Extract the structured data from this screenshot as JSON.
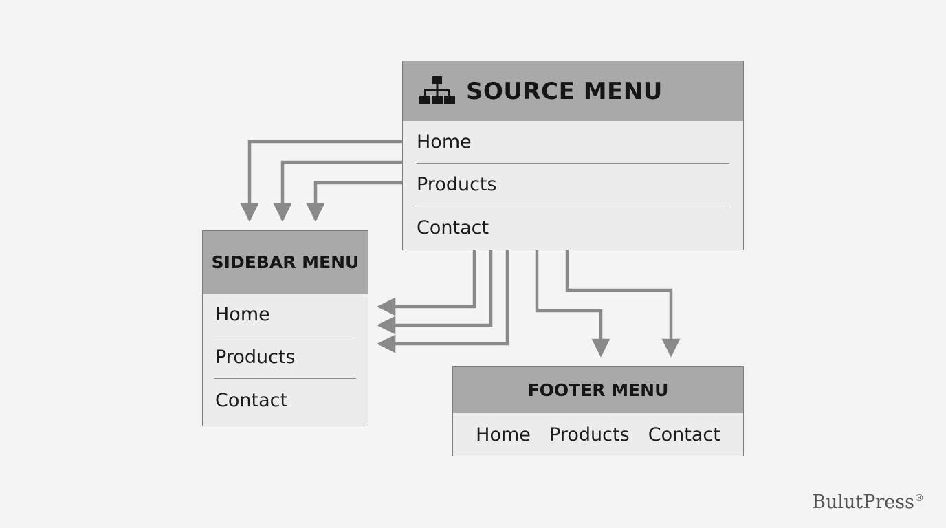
{
  "source_menu": {
    "title": "SOURCE MENU",
    "icon": "sitemap-icon",
    "items": [
      "Home",
      "Products",
      "Contact"
    ]
  },
  "sidebar_menu": {
    "title": "SIDEBAR MENU",
    "items": [
      "Home",
      "Products",
      "Contact"
    ]
  },
  "footer_menu": {
    "title": "FOOTER MENU",
    "items": [
      "Home",
      "Products",
      "Contact"
    ]
  },
  "brand": {
    "name": "BulutPress",
    "mark": "®"
  },
  "colors": {
    "background": "#f4f4f4",
    "box_fill": "#ececec",
    "header_fill": "#a9a9a9",
    "connector": "#8a8a8a",
    "text": "#1c1c1c"
  }
}
